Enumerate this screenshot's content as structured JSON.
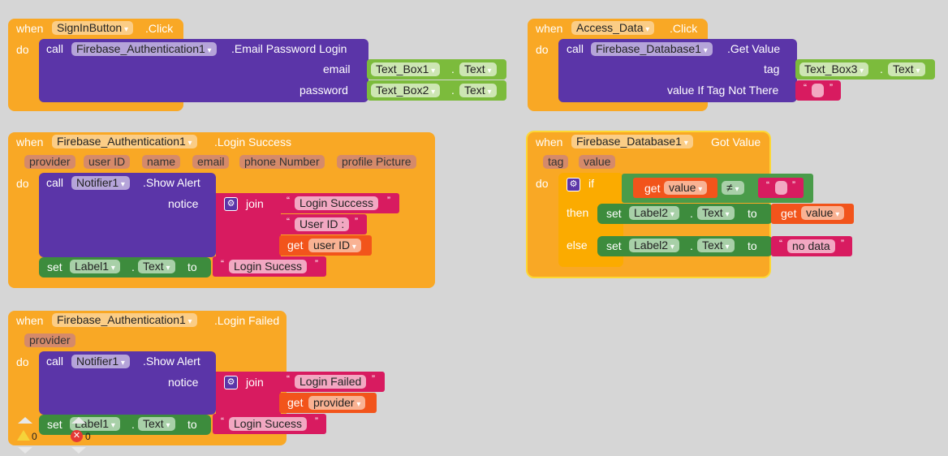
{
  "blocks": {
    "signin": {
      "when": "when",
      "component": "SignInButton",
      "event": ".Click",
      "do": "do",
      "call": "call",
      "target": "Firebase_Authentication1",
      "method": ".Email Password Login",
      "args": [
        {
          "label": "email",
          "component": "Text_Box1",
          "prop": "Text"
        },
        {
          "label": "password",
          "component": "Text_Box2",
          "prop": "Text"
        }
      ]
    },
    "access": {
      "when": "when",
      "component": "Access_Data",
      "event": ".Click",
      "do": "do",
      "call": "call",
      "target": "Firebase_Database1",
      "method": ".Get Value",
      "tag_label": "tag",
      "tag_component": "Text_Box3",
      "tag_prop": "Text",
      "default_label": "value If Tag Not There",
      "default_value": ""
    },
    "login_success": {
      "when": "when",
      "component": "Firebase_Authentication1",
      "event": ".Login Success",
      "params": [
        "provider",
        "user ID",
        "name",
        "email",
        "phone Number",
        "profile Picture"
      ],
      "do": "do",
      "call": "call",
      "target": "Notifier1",
      "method": ".Show Alert",
      "notice": "notice",
      "join": "join",
      "join_items": [
        "Login Success",
        "User ID : "
      ],
      "get": "get",
      "get_var": "user ID",
      "set": "set",
      "set_component": "Label1",
      "set_prop": "Text",
      "to": "to",
      "set_value": "Login Sucess"
    },
    "got_value": {
      "when": "when",
      "component": "Firebase_Database1",
      "event": "Got Value",
      "params": [
        "tag",
        "value"
      ],
      "do": "do",
      "if": "if",
      "then": "then",
      "else": "else",
      "get": "get",
      "cond_var": "value",
      "op": "≠",
      "cond_value": "",
      "set": "set",
      "set_component": "Label2",
      "set_prop": "Text",
      "to": "to",
      "then_var": "value",
      "else_value": "no data"
    },
    "login_failed": {
      "when": "when",
      "component": "Firebase_Authentication1",
      "event": ".Login Failed",
      "params": [
        "provider"
      ],
      "do": "do",
      "call": "call",
      "target": "Notifier1",
      "method": ".Show Alert",
      "notice": "notice",
      "join": "join",
      "join_item": "Login Failed",
      "get": "get",
      "get_var": "provider",
      "set": "set",
      "set_component": "Label1",
      "set_prop": "Text",
      "to": "to",
      "set_value": "Login Sucess"
    }
  },
  "status": {
    "warnings": "0",
    "errors": "0"
  },
  "colors": {
    "event": "#f9a825",
    "procedure": "#5b35a8",
    "component": "#7cbb3c",
    "setter": "#3d8c3d",
    "text": "#d81b60",
    "variable": "#f2541b",
    "control": "#fbab00"
  }
}
